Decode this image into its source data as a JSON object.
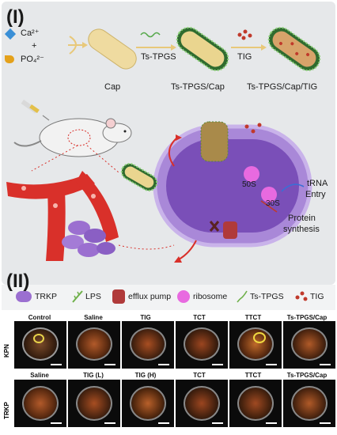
{
  "section_I": "(I)",
  "section_II": "(II)",
  "ions": {
    "ca": "Ca²⁺",
    "plus": "+",
    "po4": "PO₄²⁻"
  },
  "steps": {
    "cap": "Cap",
    "arrow1": "Ts-TPGS",
    "label2": "Ts-TPGS/Cap",
    "arrow2": "TIG",
    "label3": "Ts-TPGS/Cap/TIG"
  },
  "mechanism": {
    "trna": "tRNA",
    "entry": "Entry",
    "s50": "50S",
    "s30": "30S",
    "protein": "Protein",
    "synthesis": "synthesis"
  },
  "legend": [
    {
      "icon": "trkp-icon",
      "label": "TRKP"
    },
    {
      "icon": "lps-icon",
      "label": "LPS"
    },
    {
      "icon": "efflux-pump-icon",
      "label": "efflux pump"
    },
    {
      "icon": "ribosome-icon",
      "label": "ribosome"
    },
    {
      "icon": "ts-tpgs-icon",
      "label": "Ts-TPGS"
    },
    {
      "icon": "tig-icon",
      "label": "TIG"
    }
  ],
  "row1": {
    "tag": "KPN",
    "labels": [
      "Control",
      "Saline",
      "TIG",
      "TCT",
      "TTCT",
      "Ts-TPGS/Cap"
    ]
  },
  "row2": {
    "tag": "TRKP",
    "labels": [
      "Saline",
      "TIG (L)",
      "TIG (H)",
      "TCT",
      "TTCT",
      "Ts-TPGS/Cap"
    ]
  },
  "colors": {
    "bacteria": "#9b6fd0",
    "vessel": "#d9302a",
    "ribosome": "#e86ae0",
    "tig": "#c0392b",
    "cap": "#e8d59a"
  }
}
